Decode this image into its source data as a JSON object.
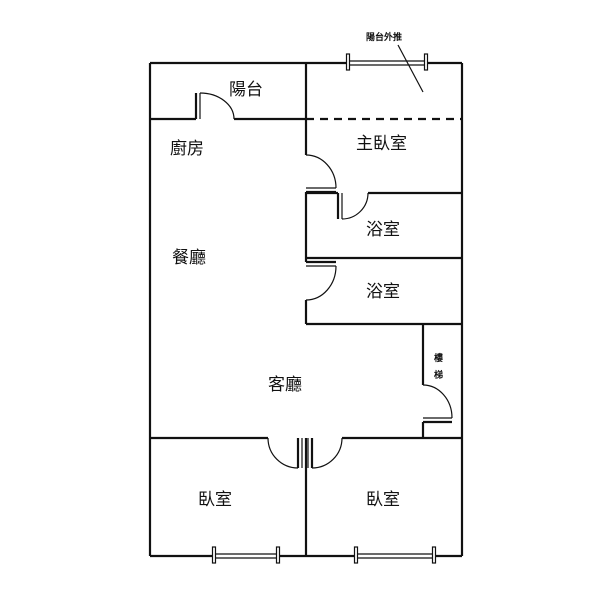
{
  "labels": {
    "balcony": "陽台",
    "kitchen": "廚房",
    "master_bedroom": "主臥室",
    "bathroom_1": "浴室",
    "bathroom_2": "浴室",
    "dining_room": "餐廳",
    "living_room": "客廳",
    "stairwell_top": "樓",
    "stairwell_bottom": "梯",
    "bedroom_left": "臥室",
    "bedroom_right": "臥室",
    "balcony_extension": "陽台外推"
  }
}
